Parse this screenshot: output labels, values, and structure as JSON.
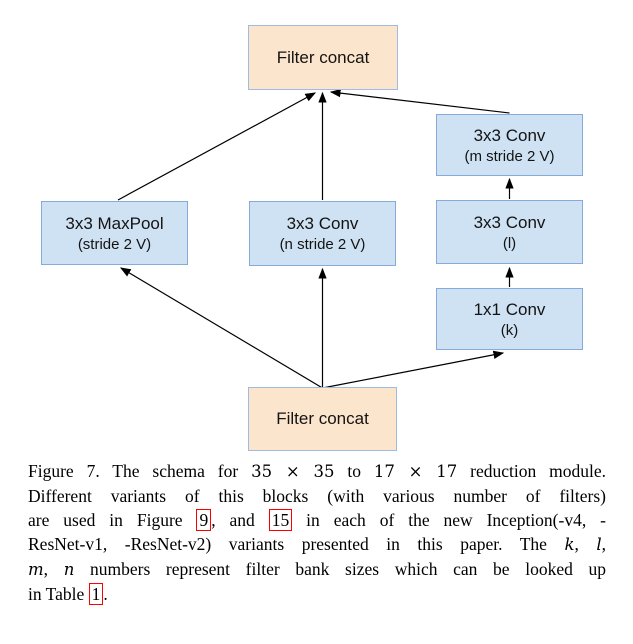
{
  "diagram": {
    "nodes": {
      "top_concat": {
        "label": "Filter concat"
      },
      "m_conv": {
        "line1": "3x3 Conv",
        "line2": "(m stride 2 V)"
      },
      "maxpool": {
        "line1": "3x3 MaxPool",
        "line2": "(stride 2 V)"
      },
      "n_conv": {
        "line1": "3x3 Conv",
        "line2": "(n stride 2 V)"
      },
      "l_conv": {
        "line1": "3x3 Conv",
        "line2": "(l)"
      },
      "k_conv": {
        "line1": "1x1 Conv",
        "line2": "(k)"
      },
      "bottom_concat": {
        "label": "Filter concat"
      }
    },
    "edges": [
      {
        "from": "bottom_concat",
        "to": "maxpool"
      },
      {
        "from": "bottom_concat",
        "to": "n_conv"
      },
      {
        "from": "bottom_concat",
        "to": "k_conv"
      },
      {
        "from": "k_conv",
        "to": "l_conv"
      },
      {
        "from": "l_conv",
        "to": "m_conv"
      },
      {
        "from": "maxpool",
        "to": "top_concat"
      },
      {
        "from": "n_conv",
        "to": "top_concat"
      },
      {
        "from": "m_conv",
        "to": "top_concat"
      }
    ],
    "colors": {
      "concat_fill": "#fce5cd",
      "conv_fill": "#cfe2f3",
      "node_border": "#85abda",
      "arrow": "#000000",
      "ref_box_border": "#ff0000"
    }
  },
  "caption": {
    "segments": {
      "l1a": "Figure 7. The schema for ",
      "l1m1": "35 × 35",
      "l1b": " to ",
      "l1m2": "17 × 17",
      "l1c": " reduction module.",
      "l2": "Different variants of this blocks (with various number of filters)",
      "l3a": "are used in Figure ",
      "l3ref9": "9",
      "l3b": ", and ",
      "l3ref15": "15",
      "l3c": " in each of the new Inception(-v4, -",
      "l4a": "ResNet-v1, -ResNet-v2) variants presented in this paper. The ",
      "l4k": "k",
      "l4b": ", ",
      "l4l": "l",
      "l4c": ",",
      "l5m": "m",
      "l5a": ", ",
      "l5n": "n",
      "l5b": " numbers represent filter bank sizes which can be looked up",
      "l6a": "in Table ",
      "l6ref1": "1",
      "l6b": "."
    }
  }
}
